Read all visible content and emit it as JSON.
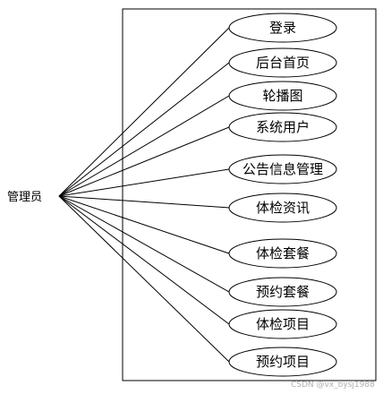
{
  "actor": {
    "label": "管理员"
  },
  "use_cases": [
    {
      "label": "登录"
    },
    {
      "label": "后台首页"
    },
    {
      "label": "轮播图"
    },
    {
      "label": "系统用户"
    },
    {
      "label": "公告信息管理"
    },
    {
      "label": "体检资讯"
    },
    {
      "label": "体检套餐"
    },
    {
      "label": "预约套餐"
    },
    {
      "label": "体检项目"
    },
    {
      "label": "预约项目"
    }
  ],
  "watermark": "CSDN @vx_bysj1988",
  "colors": {
    "line": "#000000",
    "ellipse_fill": "#ffffff",
    "text": "#000000"
  }
}
